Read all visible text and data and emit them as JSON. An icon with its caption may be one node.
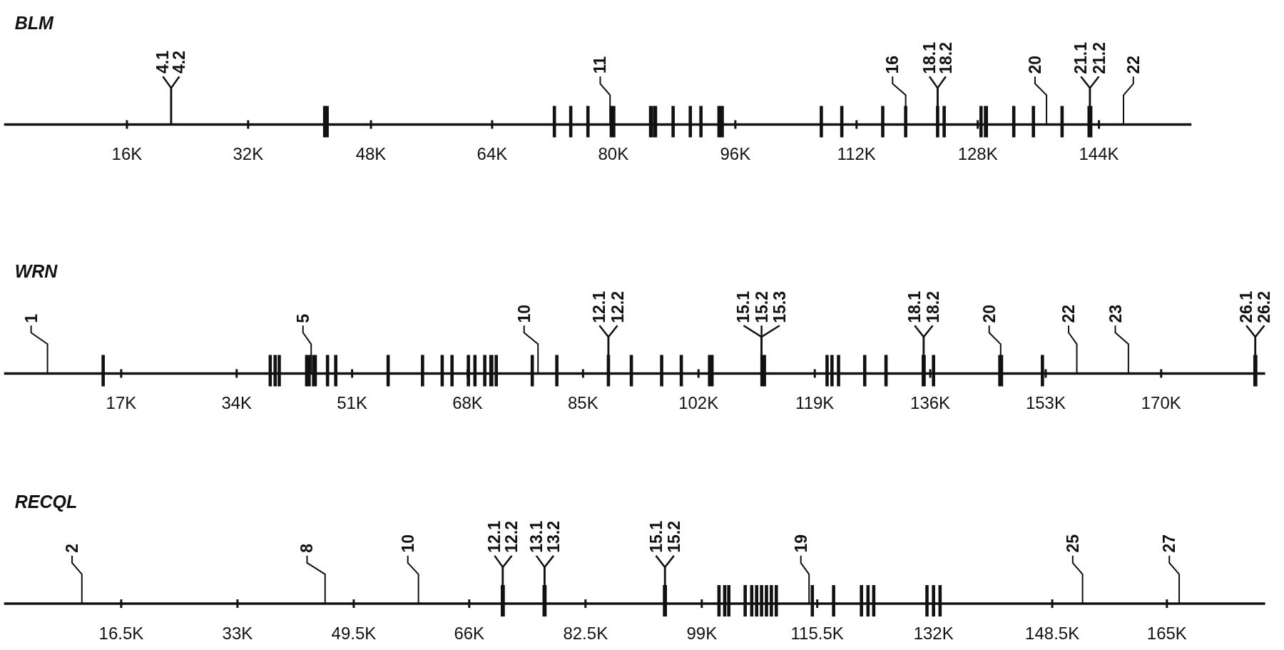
{
  "diagram": {
    "nodes": [
      {
        "text": [
          "4.1"
        ]
      },
      {
        "text": [
          "4.2"
        ]
      },
      {
        "text": [
          "11"
        ]
      },
      {
        "text": [
          "16"
        ]
      },
      {
        "text": [
          "18.1"
        ]
      },
      {
        "text": [
          "18.2"
        ]
      },
      {
        "text": [
          "20"
        ]
      },
      {
        "text": [
          "21.1"
        ]
      },
      {
        "text": [
          "21.2"
        ]
      },
      {
        "text": [
          "22"
        ]
      },
      {
        "text": [
          "1"
        ]
      },
      {
        "text": [
          "5"
        ]
      },
      {
        "text": [
          "10"
        ]
      },
      {
        "text": [
          "12.1"
        ]
      },
      {
        "text": [
          "12.2"
        ]
      },
      {
        "text": [
          "15.1"
        ]
      },
      {
        "text": [
          "15.2"
        ]
      },
      {
        "text": [
          "15.3"
        ]
      },
      {
        "text": [
          "18.1"
        ]
      },
      {
        "text": [
          "18.2"
        ]
      },
      {
        "text": [
          "20"
        ]
      },
      {
        "text": [
          "22"
        ]
      },
      {
        "text": [
          "23"
        ]
      },
      {
        "text": [
          "26.1"
        ]
      },
      {
        "text": [
          "26.2"
        ]
      },
      {
        "text": [
          "2"
        ]
      },
      {
        "text": [
          "8"
        ]
      },
      {
        "text": [
          "10"
        ]
      },
      {
        "text": [
          "12.1"
        ]
      },
      {
        "text": [
          "12.2"
        ]
      },
      {
        "text": [
          "13.1"
        ]
      },
      {
        "text": [
          "13.2"
        ]
      },
      {
        "text": [
          "15.1"
        ]
      },
      {
        "text": [
          "15.2"
        ]
      },
      {
        "text": [
          "19"
        ]
      },
      {
        "text": [
          "25"
        ]
      },
      {
        "text": [
          "27"
        ]
      }
    ],
    "edges": [
      {
        "from": 0,
        "to": null,
        "arrow": "none"
      },
      {
        "from": 1,
        "to": null,
        "arrow": "none"
      },
      {
        "from": 2,
        "to": null,
        "arrow": "none"
      },
      {
        "from": 3,
        "to": null,
        "arrow": "none"
      },
      {
        "from": 4,
        "to": null,
        "arrow": "none"
      },
      {
        "from": 5,
        "to": null,
        "arrow": "none"
      },
      {
        "from": 6,
        "to": null,
        "arrow": "none"
      },
      {
        "from": 7,
        "to": null,
        "arrow": "none"
      },
      {
        "from": 8,
        "to": null,
        "arrow": "none"
      },
      {
        "from": 9,
        "to": null,
        "arrow": "none"
      },
      {
        "from": 10,
        "to": null,
        "arrow": "none"
      },
      {
        "from": 11,
        "to": null,
        "arrow": "none"
      },
      {
        "from": 12,
        "to": null,
        "arrow": "none"
      },
      {
        "from": 13,
        "to": null,
        "arrow": "none"
      },
      {
        "from": 14,
        "to": null,
        "arrow": "none"
      },
      {
        "from": 15,
        "to": null,
        "arrow": "none"
      },
      {
        "from": 16,
        "to": null,
        "arrow": "none"
      },
      {
        "from": 17,
        "to": null,
        "arrow": "none"
      },
      {
        "from": 18,
        "to": null,
        "arrow": "none"
      },
      {
        "from": 19,
        "to": null,
        "arrow": "none"
      },
      {
        "from": 20,
        "to": null,
        "arrow": "none"
      },
      {
        "from": 21,
        "to": null,
        "arrow": "none"
      },
      {
        "from": 22,
        "to": null,
        "arrow": "none"
      },
      {
        "from": 23,
        "to": null,
        "arrow": "none"
      },
      {
        "from": 24,
        "to": null,
        "arrow": "none"
      },
      {
        "from": 25,
        "to": null,
        "arrow": "none"
      },
      {
        "from": 26,
        "to": null,
        "arrow": "none"
      },
      {
        "from": 27,
        "to": null,
        "arrow": "none"
      },
      {
        "from": 28,
        "to": null,
        "arrow": "none"
      },
      {
        "from": 29,
        "to": null,
        "arrow": "none"
      },
      {
        "from": 30,
        "to": null,
        "arrow": "none"
      },
      {
        "from": 31,
        "to": null,
        "arrow": "none"
      },
      {
        "from": 32,
        "to": null,
        "arrow": "none"
      },
      {
        "from": 33,
        "to": null,
        "arrow": "none"
      },
      {
        "from": 34,
        "to": null,
        "arrow": "none"
      },
      {
        "from": 35,
        "to": null,
        "arrow": "none"
      },
      {
        "from": 36,
        "to": null,
        "arrow": "none"
      }
    ],
    "labels": [
      "BLM",
      "16K",
      "32K",
      "48K",
      "64K",
      "80K",
      "96K",
      "112K",
      "128K",
      "144K",
      "WRN",
      "17K",
      "34K",
      "51K",
      "68K",
      "85K",
      "102K",
      "119K",
      "136K",
      "153K",
      "170K",
      "RECQL",
      "16.5K",
      "33K",
      "49.5K",
      "66K",
      "82.5K",
      "99K",
      "115.5K",
      "132K",
      "148.5K",
      "165K"
    ]
  }
}
